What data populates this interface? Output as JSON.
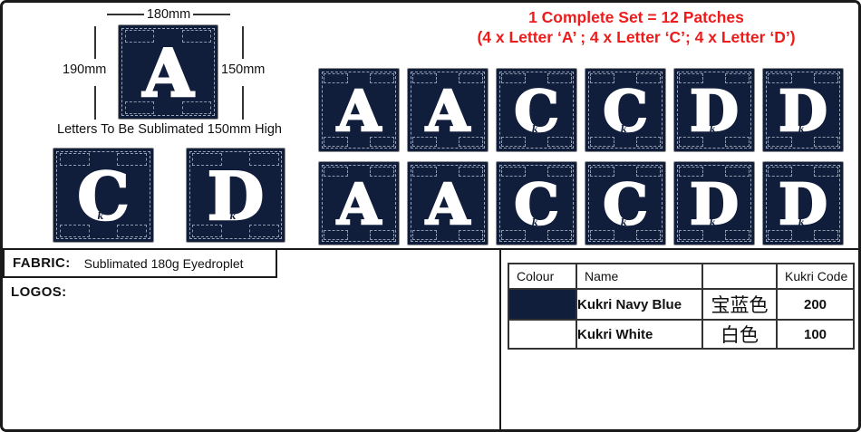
{
  "colors": {
    "navy": "#101d3b",
    "white": "#ffffff",
    "red": "#ee1b1b",
    "line": "#1a1a1a"
  },
  "brand_mark": "k",
  "spec_patch": {
    "letter": "A",
    "width_label": "180mm",
    "patch_height_label": "190mm",
    "letter_height_label": "150mm",
    "caption": "Letters To Be Sublimated 150mm High"
  },
  "sample_patches": {
    "letters": [
      "C",
      "D"
    ]
  },
  "set_note": {
    "line1": "1 Complete Set = 12 Patches",
    "line2": "(4 x Letter ‘A’ ;   4 x Letter ‘C’;   4 x Letter ‘D’)"
  },
  "patch_grid": {
    "rows": [
      [
        "A",
        "A",
        "C",
        "C",
        "D",
        "D"
      ],
      [
        "A",
        "A",
        "C",
        "C",
        "D",
        "D"
      ]
    ]
  },
  "fabric": {
    "label": "FABRIC:",
    "value": "Sublimated 180g Eyedroplet"
  },
  "logos_label": "LOGOS:",
  "color_table": {
    "headers": [
      "Colour",
      "Name",
      "",
      "Kukri Code"
    ],
    "rows": [
      {
        "swatch": "#101d3b",
        "name": "Kukri Navy Blue",
        "chinese": "宝蓝色",
        "code": "200"
      },
      {
        "swatch": "#ffffff",
        "name": "Kukri White",
        "chinese": "白色",
        "code": "100"
      }
    ]
  }
}
